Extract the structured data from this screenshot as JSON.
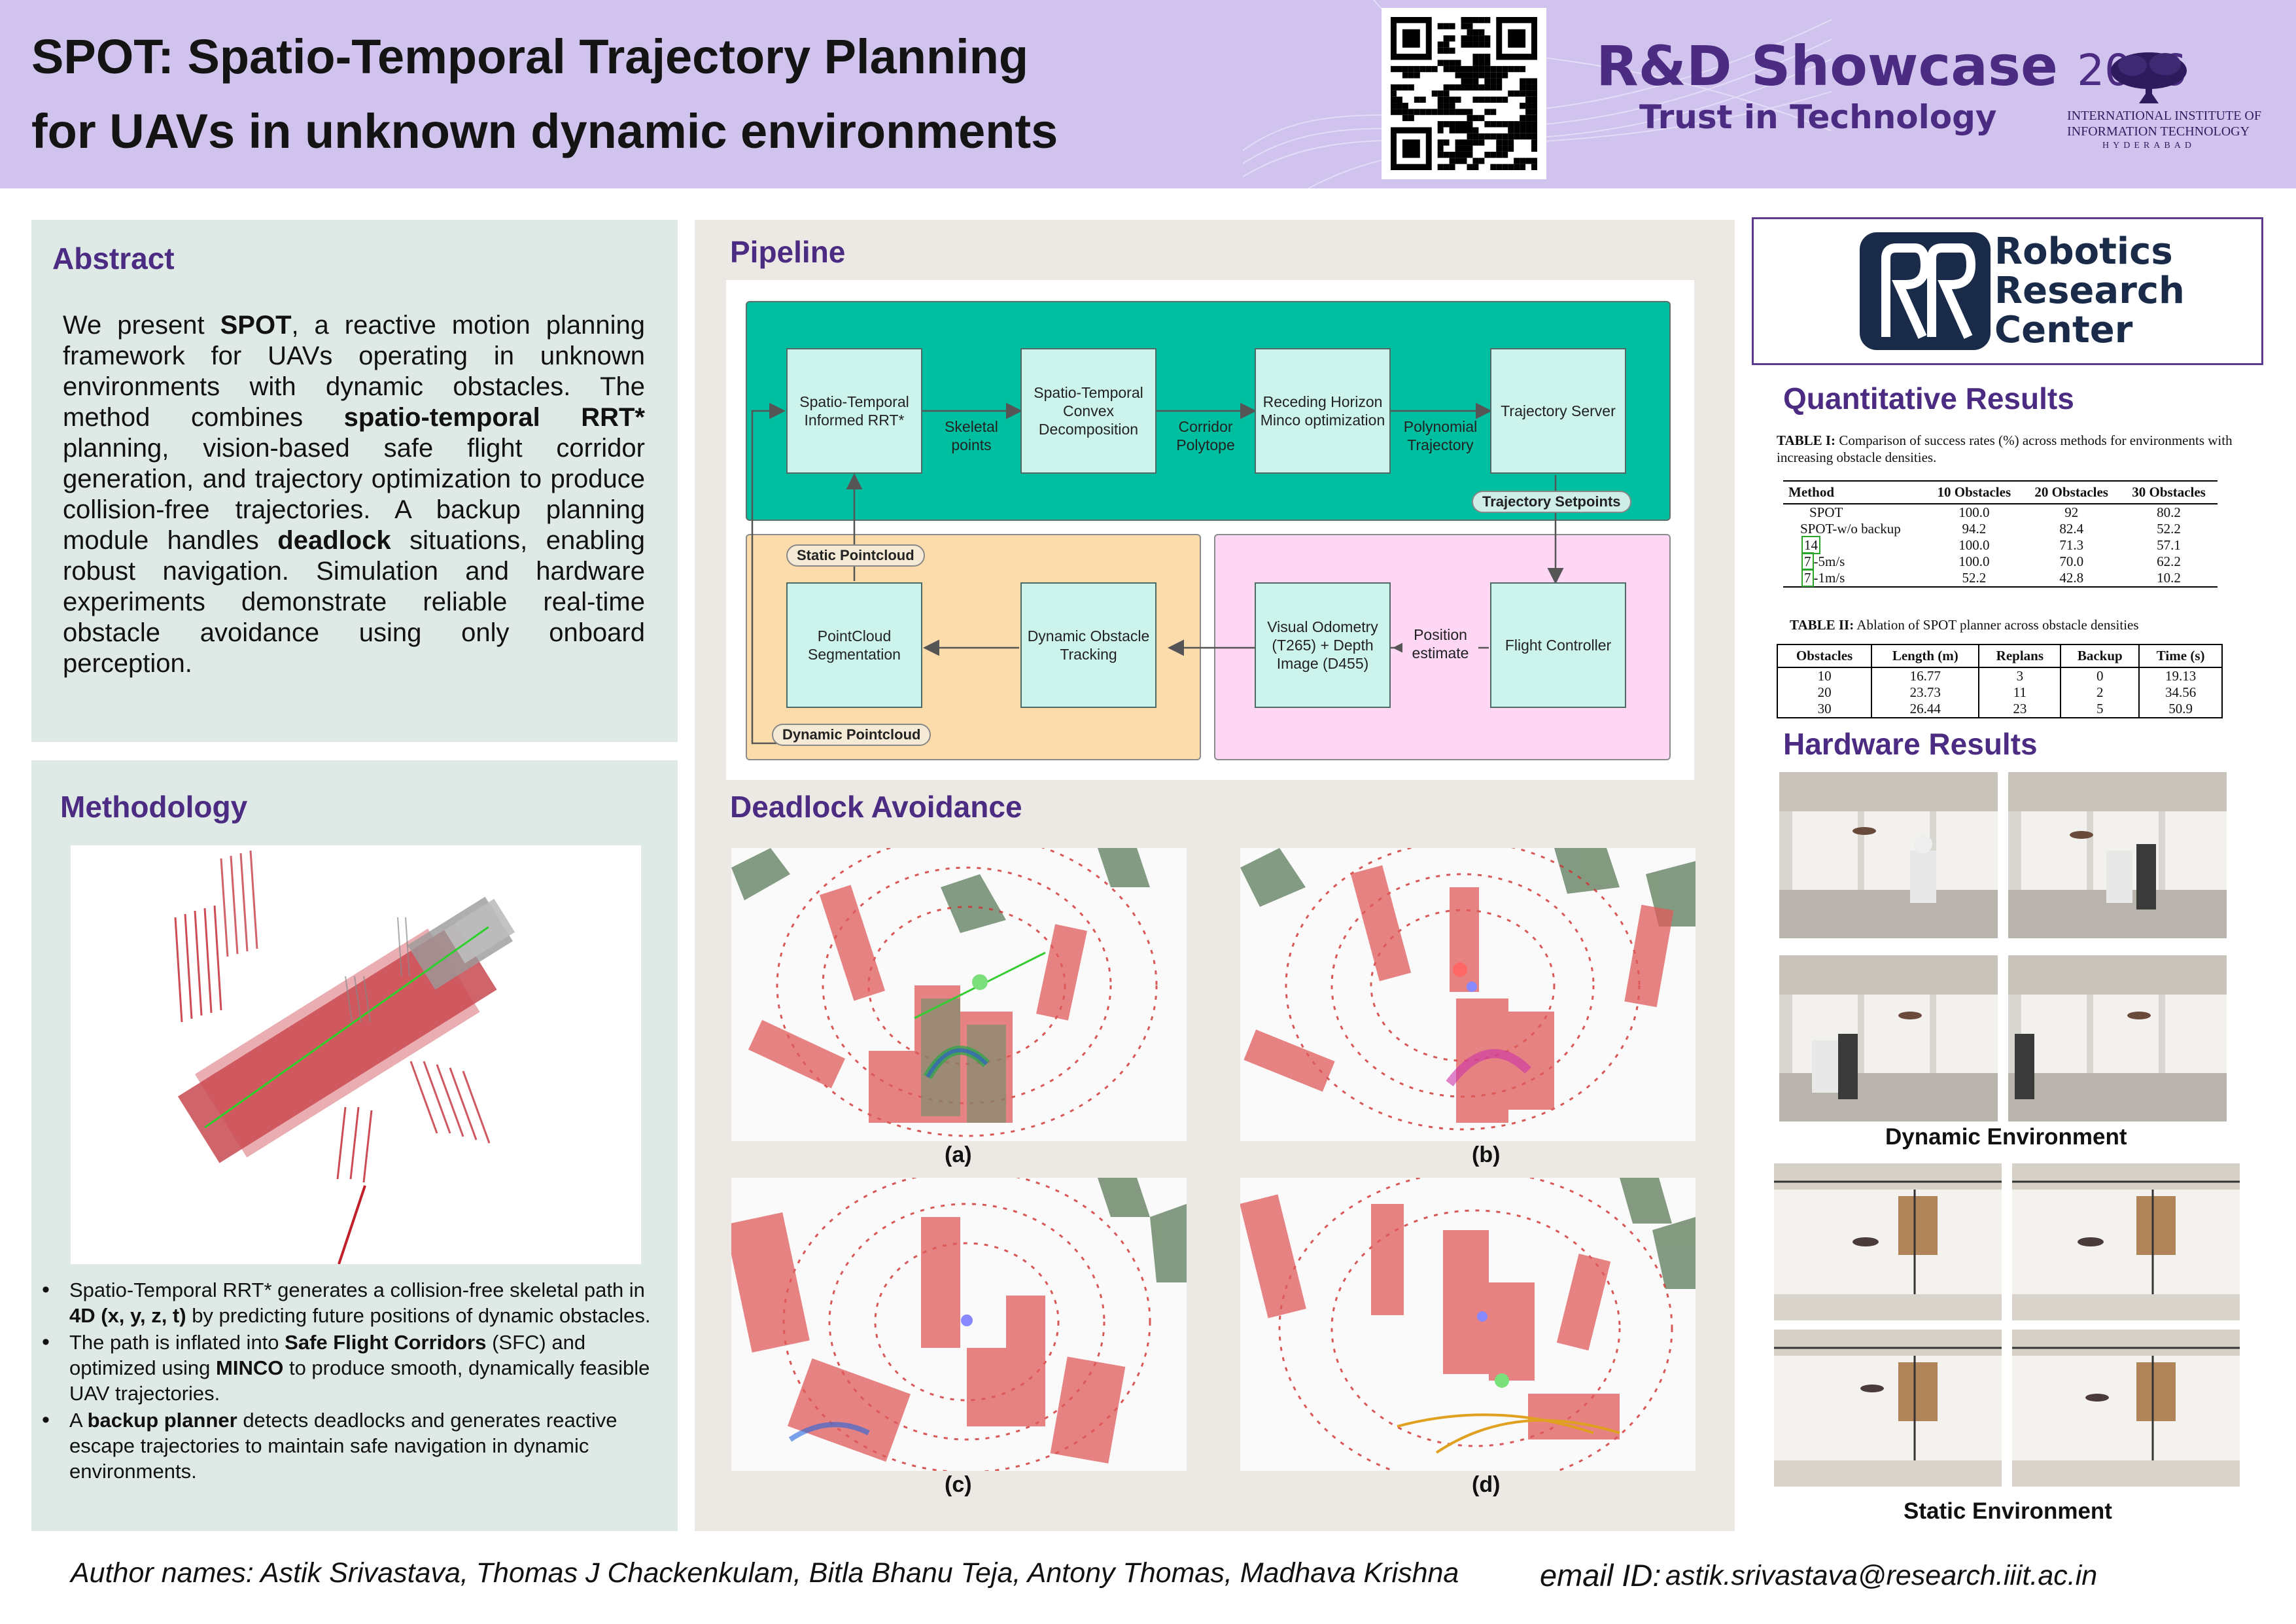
{
  "header": {
    "title_line1": "SPOT: Spatio-Temporal Trajectory Planning",
    "title_line2": "for UAVs in unknown dynamic environments",
    "showcase_main": "R&D Showcase",
    "showcase_year": "2026",
    "tagline": "Trust in Technology",
    "institute_line1": "INTERNATIONAL INSTITUTE OF",
    "institute_line2": "INFORMATION TECHNOLOGY",
    "institute_city": "HYDERABAD"
  },
  "abstract": {
    "title": "Abstract",
    "text_parts": [
      "We present ",
      "SPOT",
      ", a reactive motion planning framework for UAVs operating in unknown environments with dynamic obstacles. The method combines ",
      "spatio-temporal RRT*",
      " planning, vision-based safe flight corridor generation, and trajectory optimization to produce collision-free trajectories. A backup planning module handles ",
      "deadlock",
      " situations, enabling robust navigation. Simulation and hardware experiments demonstrate reliable real-time obstacle avoidance using only onboard perception."
    ]
  },
  "methodology": {
    "title": "Methodology",
    "bullets": [
      {
        "parts": [
          "Spatio-Temporal RRT* generates a collision-free skeletal path in ",
          "4D (x, y, z, t)",
          " by predicting future positions of dynamic obstacles."
        ]
      },
      {
        "parts": [
          "The path is inflated into ",
          "Safe Flight Corridors",
          " (SFC) and optimized using ",
          "MINCO",
          " to produce smooth, dynamically feasible UAV trajectories."
        ]
      },
      {
        "parts": [
          "A ",
          "backup planner",
          " detects deadlocks and generates reactive escape trajectories to maintain safe navigation in dynamic environments."
        ]
      }
    ]
  },
  "pipeline": {
    "title": "Pipeline",
    "boxes": {
      "rrt": "Spatio-Temporal Informed RRT*",
      "convex": "Spatio-Temporal Convex Decomposition",
      "minco": "Receding Horizon Minco optimization",
      "server": "Trajectory Server",
      "seg": "PointCloud Segmentation",
      "tracking": "Dynamic Obstacle Tracking",
      "vo": "Visual Odometry (T265) + Depth Image (D455)",
      "fc": "Flight Controller"
    },
    "edge_labels": {
      "skeletal": "Skeletal points",
      "corridor": "Corridor Polytope",
      "poly": "Polynomial Trajectory",
      "position": "Position estimate"
    },
    "tags": {
      "setpoints": "Trajectory Setpoints",
      "static": "Static Pointcloud",
      "dynamic": "Dynamic Pointcloud"
    },
    "colors": {
      "teal": "#00bfa0",
      "orange": "#fcdcaa",
      "pink": "#fdd7f4",
      "box": "#cdf4ec"
    }
  },
  "deadlock": {
    "title": "Deadlock Avoidance",
    "captions": [
      "(a)",
      "(b)",
      "(c)",
      "(d)"
    ]
  },
  "rrc": {
    "line1": "Robotics",
    "line2": "Research",
    "line3": "Center"
  },
  "quantitative": {
    "title": "Quantitative Results",
    "table1": {
      "label": "TABLE I:",
      "caption": " Comparison of success rates (%) across methods for environments with increasing obstacle densities.",
      "headers": [
        "Method",
        "10 Obstacles",
        "20 Obstacles",
        "30 Obstacles"
      ],
      "rows": [
        {
          "method": "SPOT",
          "ref": "",
          "suffix": "",
          "values": [
            "100.0",
            "92",
            "80.2"
          ]
        },
        {
          "method": "SPOT-w/o backup",
          "ref": "",
          "suffix": "",
          "values": [
            "94.2",
            "82.4",
            "52.2"
          ]
        },
        {
          "method": "",
          "ref": "14",
          "suffix": "",
          "values": [
            "100.0",
            "71.3",
            "57.1"
          ]
        },
        {
          "method": "",
          "ref": "7",
          "suffix": "-5m/s",
          "values": [
            "100.0",
            "70.0",
            "62.2"
          ]
        },
        {
          "method": "",
          "ref": "7",
          "suffix": "-1m/s",
          "values": [
            "52.2",
            "42.8",
            "10.2"
          ]
        }
      ]
    },
    "table2": {
      "label": "TABLE II:",
      "caption": " Ablation of SPOT planner across obstacle densities",
      "headers": [
        "Obstacles",
        "Length (m)",
        "Replans",
        "Backup",
        "Time (s)"
      ],
      "rows": [
        [
          "10",
          "16.77",
          "3",
          "0",
          "19.13"
        ],
        [
          "20",
          "23.73",
          "11",
          "2",
          "34.56"
        ],
        [
          "30",
          "26.44",
          "23",
          "5",
          "50.9"
        ]
      ]
    }
  },
  "hardware": {
    "title": "Hardware Results",
    "dynamic_caption": "Dynamic Environment",
    "static_caption": "Static Environment"
  },
  "footer": {
    "authors": "Author names: Astik Srivastava, Thomas J Chackenkulam, Bitla Bhanu Teja, Antony Thomas, Madhava Krishna",
    "email_label": "email ID:",
    "email": "astik.srivastava@research.iiit.ac.in"
  }
}
